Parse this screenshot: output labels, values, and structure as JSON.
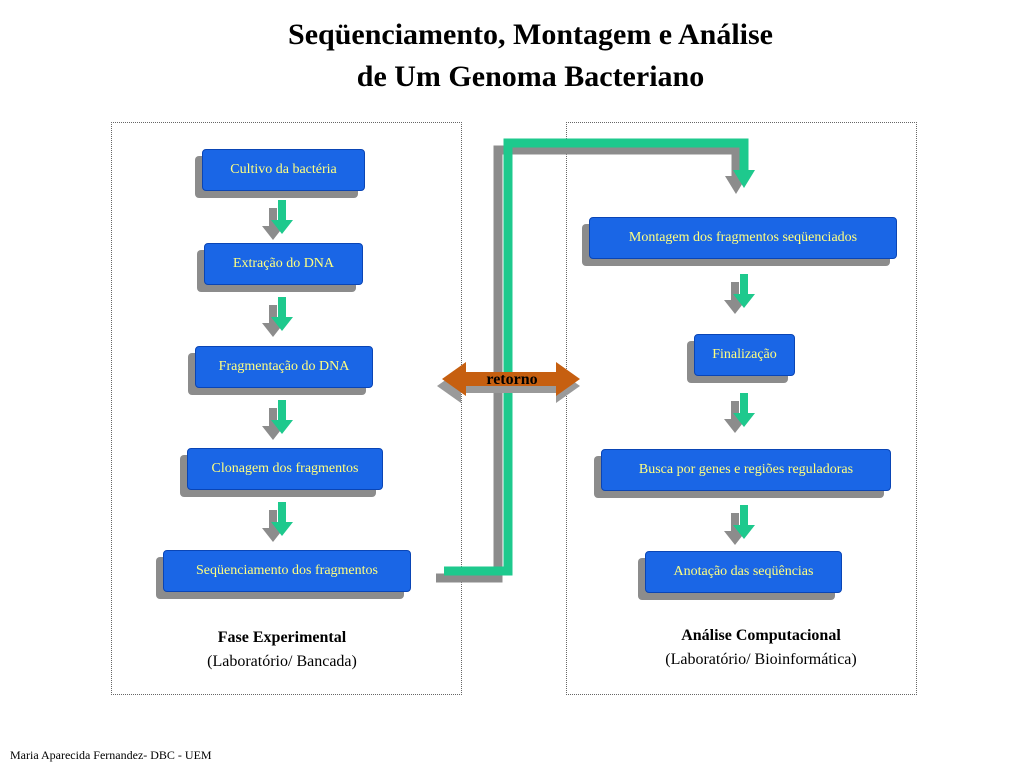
{
  "title": {
    "line1": "Seqüenciamento, Montagem e Análise",
    "line2": "de Um Genoma Bacteriano"
  },
  "left": {
    "steps": [
      "Cultivo da bactéria",
      "Extração do DNA",
      "Fragmentação do DNA",
      "Clonagem dos fragmentos",
      "Seqüenciamento dos fragmentos"
    ],
    "caption_line1": "Fase Experimental",
    "caption_line2": "(Laboratório/ Bancada)"
  },
  "right": {
    "steps": [
      "Montagem dos fragmentos seqüenciados",
      "Finalização",
      "Busca por genes e regiões reguladoras",
      "Anotação das seqüências"
    ],
    "caption_line1": "Análise Computacional",
    "caption_line2": "(Laboratório/ Bioinformática)"
  },
  "connector": {
    "label": "retorno",
    "line_color": "#1ec98d",
    "shadow_color": "#8c8c8c",
    "arrow_color": "#c65f10"
  },
  "footer": "Maria Aparecida Fernandez- DBC - UEM",
  "colors": {
    "box_fill": "#1a66e6",
    "box_text": "#ffff80",
    "step_arrow": "#1ec98d"
  }
}
